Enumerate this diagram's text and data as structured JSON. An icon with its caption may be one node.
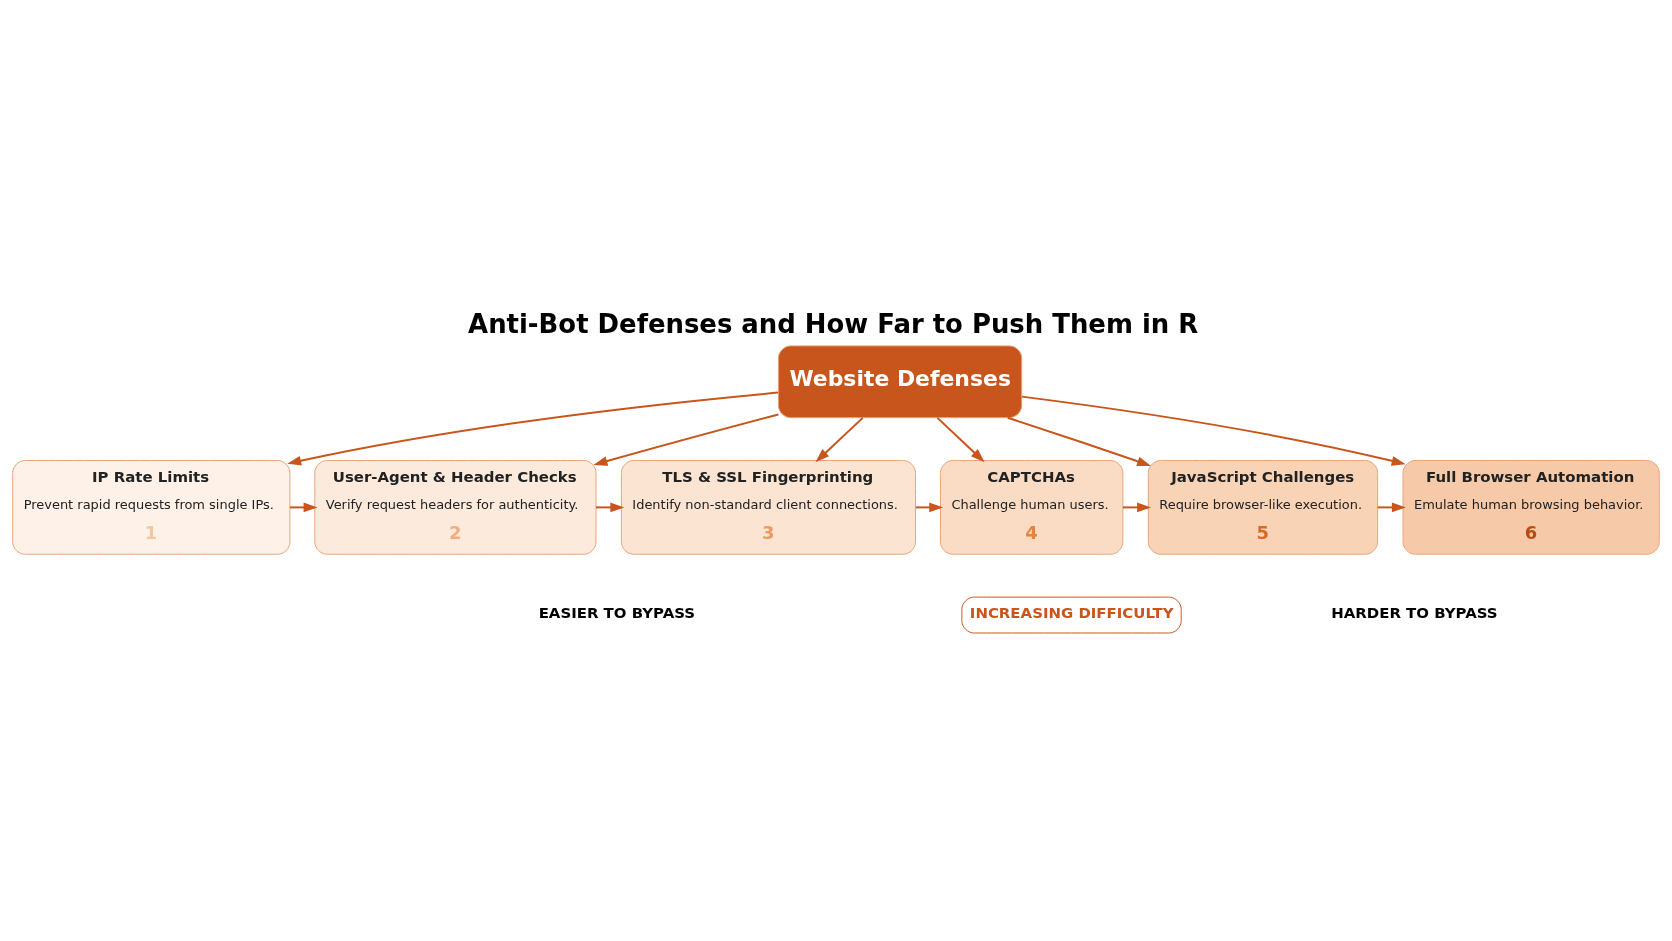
{
  "diagram": {
    "title": "Anti-Bot Defenses and How Far to Push Them in R",
    "nodes": [
      {
        "text": [
          "Website Defenses"
        ]
      },
      {
        "text": [
          "IP Rate Limits",
          "Prevent rapid requests from single IPs.",
          "1"
        ]
      },
      {
        "text": [
          "User-Agent & Header Checks",
          "Verify request headers for authenticity.",
          "2"
        ]
      },
      {
        "text": [
          "TLS & SSL Fingerprinting",
          "Identify non-standard client connections.",
          "3"
        ]
      },
      {
        "text": [
          "CAPTCHAs",
          "Challenge human users.",
          "4"
        ]
      },
      {
        "text": [
          "JavaScript Challenges",
          "Require browser-like execution.",
          "5"
        ]
      },
      {
        "text": [
          "Full Browser Automation",
          "Emulate human browsing behavior.",
          "6"
        ]
      }
    ],
    "edges": [
      {
        "from": 0,
        "to": 1,
        "arrow": "to"
      },
      {
        "from": 0,
        "to": 2,
        "arrow": "to"
      },
      {
        "from": 0,
        "to": 3,
        "arrow": "to"
      },
      {
        "from": 0,
        "to": 4,
        "arrow": "to"
      },
      {
        "from": 0,
        "to": 5,
        "arrow": "to"
      },
      {
        "from": 0,
        "to": 6,
        "arrow": "to"
      },
      {
        "from": 1,
        "to": 2,
        "arrow": "to"
      },
      {
        "from": 2,
        "to": 3,
        "arrow": "to"
      },
      {
        "from": 3,
        "to": 4,
        "arrow": "to"
      },
      {
        "from": 4,
        "to": 5,
        "arrow": "to"
      },
      {
        "from": 5,
        "to": 6,
        "arrow": "to"
      }
    ],
    "labels": [
      "EASIER TO BYPASS",
      "INCREASING DIFFICULTY",
      "HARDER TO BYPASS"
    ]
  }
}
